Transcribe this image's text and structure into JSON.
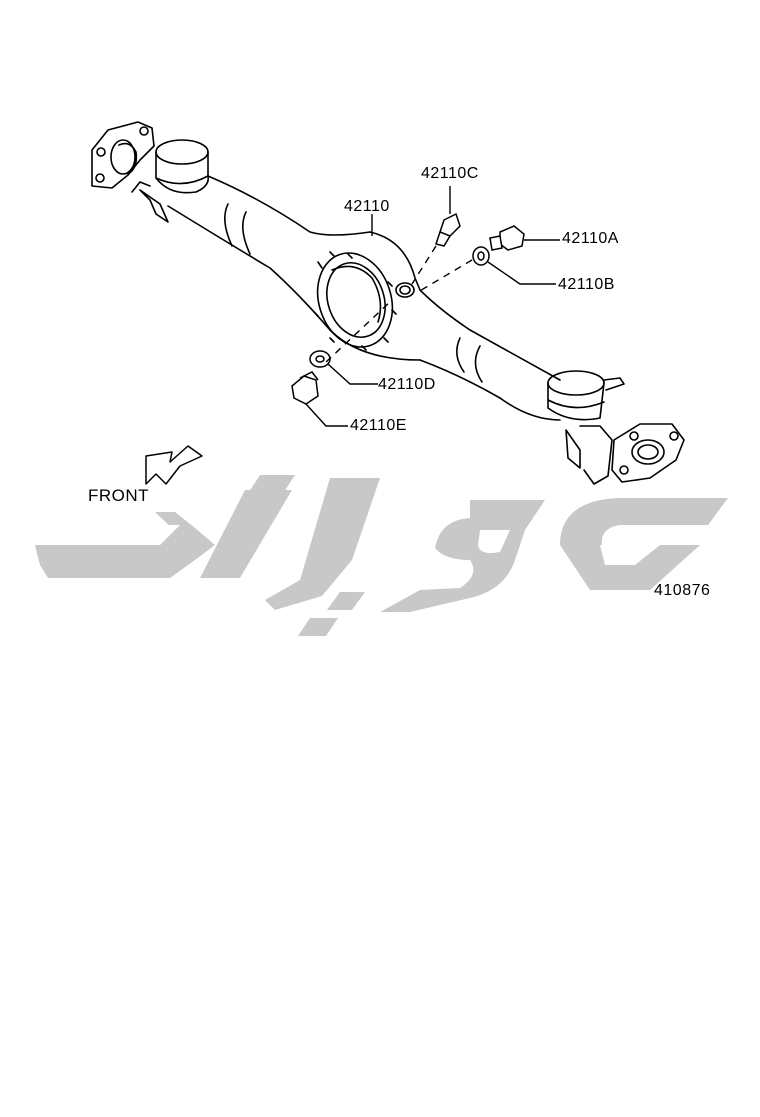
{
  "diagram": {
    "parts": {
      "housing": "42110",
      "breather_plug": "42110C",
      "drain_plug": "42110A",
      "drain_gasket": "42110B",
      "filler_gasket": "42110D",
      "filler_plug": "42110E"
    },
    "direction_label": "FRONT",
    "illustration_number": "410876"
  },
  "watermark": {
    "color": "#c8c8c8"
  }
}
